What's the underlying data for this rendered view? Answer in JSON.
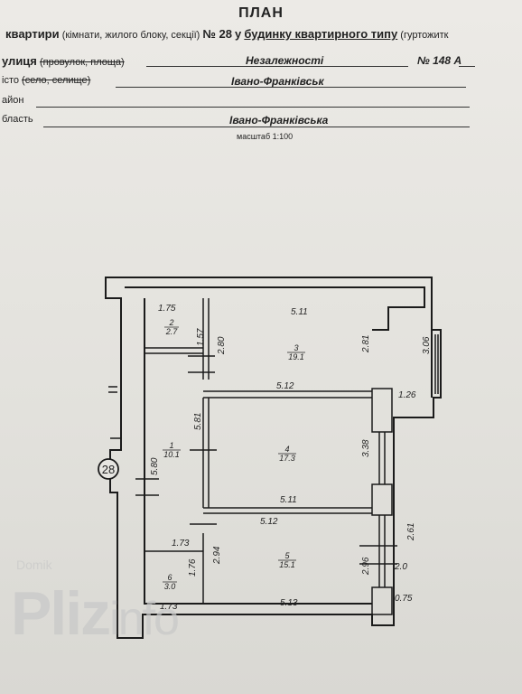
{
  "header": {
    "title": "ПЛАН",
    "line1_prefix": "квартири",
    "line1_paren": "(кімнати, жилого блоку, секції)",
    "line1_no": "№ 28",
    "line1_mid": "у",
    "line1_type": "будинку квартирного типу",
    "line1_tail": "(гуртожитк",
    "street_label": "улиця",
    "street_alt": "(провулок, площа)",
    "street_value": "Незалежності",
    "house_no": "№ 148 А",
    "city_label": "істо",
    "city_alt": "(село, селище)",
    "city_value": "Івано-Франківськ",
    "district_label": "айон",
    "region_label": "бласть",
    "region_value": "Івано-Франківська",
    "scale": "масштаб 1:100"
  },
  "plan": {
    "apartment_marker": "28",
    "dims": {
      "d175": "1.75",
      "d511_top": "5.11",
      "d157": "1.57",
      "d280": "2.80",
      "d281": "2.81",
      "d306": "3.06",
      "d512_a": "5.12",
      "d126": "1.26",
      "d581": "5.81",
      "d580": "5.80",
      "d338": "3.38",
      "d511_mid": "5.11",
      "d512_b": "5.12",
      "d261": "2.61",
      "d173_top": "1.73",
      "d294": "2.94",
      "d176": "1.76",
      "d296": "2.96",
      "d20": "2.0",
      "d173_bot": "1.73",
      "d513": "5.13",
      "d075": "0.75"
    },
    "rooms": [
      {
        "num": "2",
        "area": "2.7"
      },
      {
        "num": "3",
        "area": "19.1"
      },
      {
        "num": "1",
        "area": "10.1"
      },
      {
        "num": "4",
        "area": "17.3"
      },
      {
        "num": "5",
        "area": "15.1"
      },
      {
        "num": "6",
        "area": "3.0"
      }
    ]
  },
  "watermark": {
    "brand": "Pliz",
    "suffix": "info",
    "small": "Domik"
  }
}
